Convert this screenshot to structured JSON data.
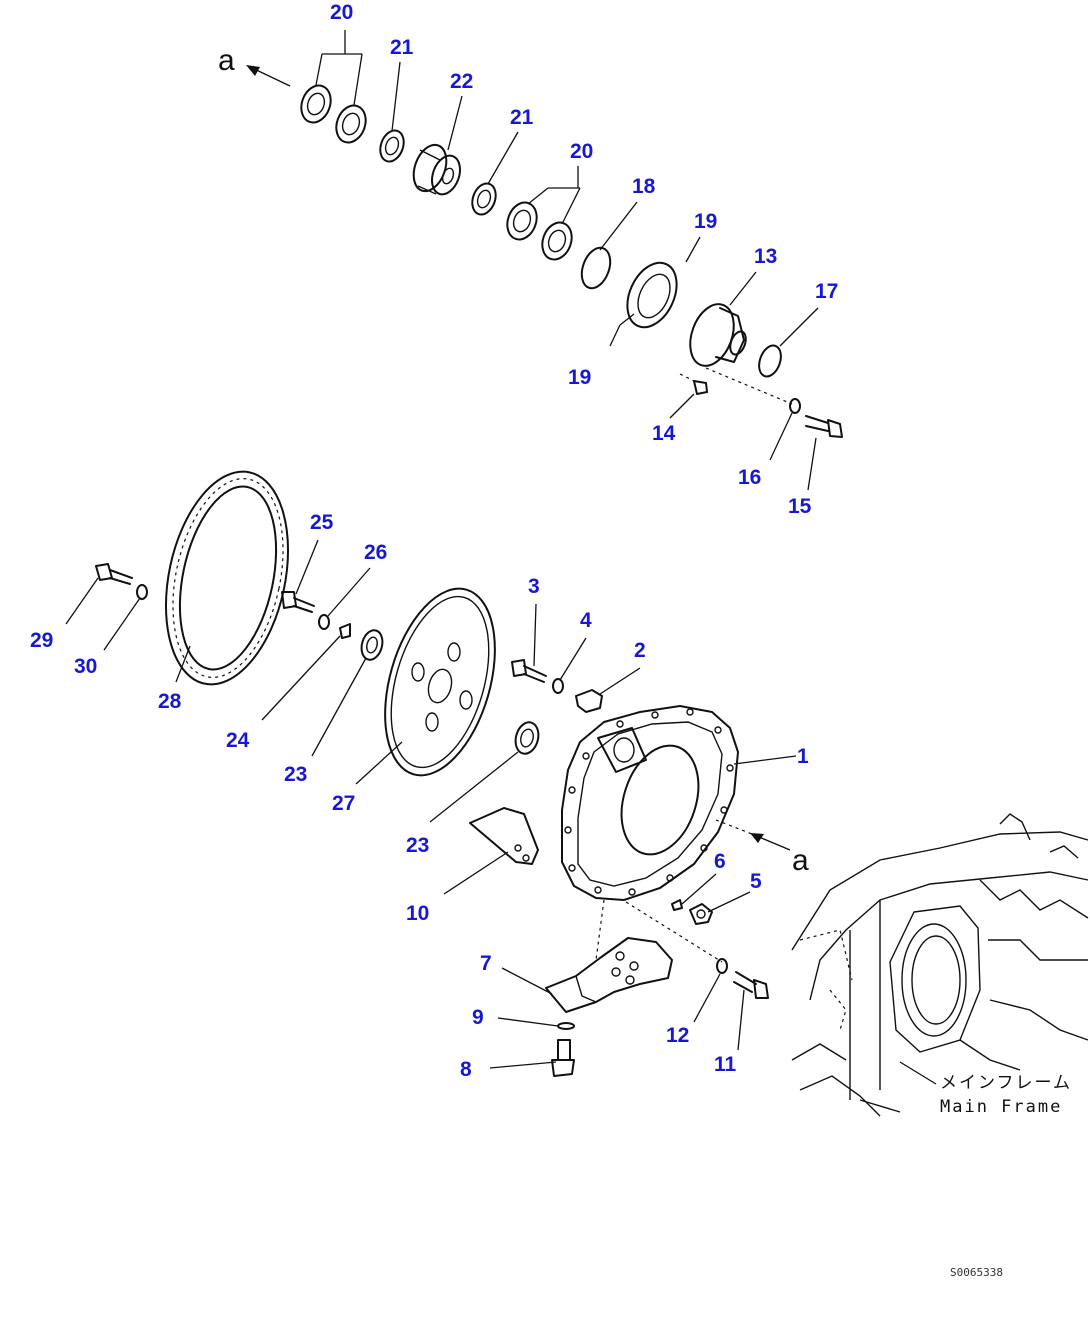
{
  "callouts": {
    "c1": "1",
    "c2": "2",
    "c3": "3",
    "c4": "4",
    "c5": "5",
    "c6": "6",
    "c7": "7",
    "c8": "8",
    "c9": "9",
    "c10": "10",
    "c11": "11",
    "c12": "12",
    "c13": "13",
    "c14": "14",
    "c15": "15",
    "c16": "16",
    "c17": "17",
    "c18": "18",
    "c19a": "19",
    "c19b": "19",
    "c20a": "20",
    "c20b": "20",
    "c21a": "21",
    "c21b": "21",
    "c22": "22",
    "c23a": "23",
    "c23b": "23",
    "c24": "24",
    "c25": "25",
    "c26": "26",
    "c27": "27",
    "c28": "28",
    "c29": "29",
    "c30": "30"
  },
  "view_marks": {
    "top": "a",
    "bottom": "a"
  },
  "main_frame": {
    "jp": "メインフレーム",
    "en": "Main Frame"
  },
  "drawing_code": "S0065338",
  "colors": {
    "callout": "#1717d6",
    "line": "#111111"
  }
}
